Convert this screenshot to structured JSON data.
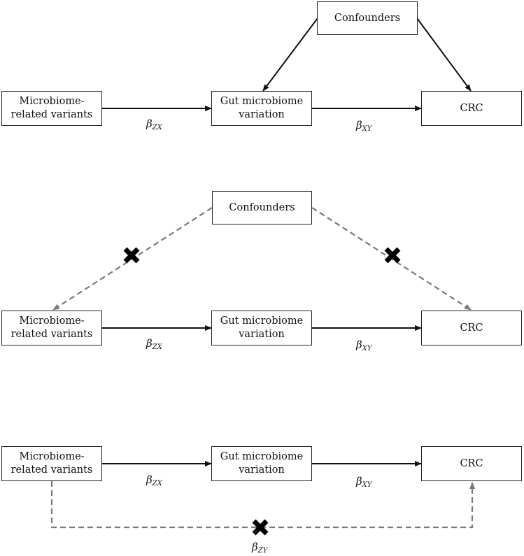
{
  "colors": {
    "solid_arrow": "#111111",
    "dashed_arrow": "#7a7a7a",
    "box_border": "#222222",
    "cross": "#000000"
  },
  "panel1": {
    "confounders": "Confounders",
    "exposure_line1": "Microbiome-",
    "exposure_line2": "related variants",
    "mediator_line1": "Gut microbiome",
    "mediator_line2": "variation",
    "outcome": "CRC",
    "beta_zx_symbol": "β",
    "beta_zx_sub": "ZX",
    "beta_xy_symbol": "β",
    "beta_xy_sub": "XY"
  },
  "panel2": {
    "confounders": "Confounders",
    "exposure_line1": "Microbiome-",
    "exposure_line2": "related variants",
    "mediator_line1": "Gut microbiome",
    "mediator_line2": "variation",
    "outcome": "CRC",
    "beta_zx_symbol": "β",
    "beta_zx_sub": "ZX",
    "beta_xy_symbol": "β",
    "beta_xy_sub": "XY"
  },
  "panel3": {
    "exposure_line1": "Microbiome-",
    "exposure_line2": "related variants",
    "mediator_line1": "Gut microbiome",
    "mediator_line2": "variation",
    "outcome": "CRC",
    "beta_zx_symbol": "β",
    "beta_zx_sub": "ZX",
    "beta_xy_symbol": "β",
    "beta_xy_sub": "XY",
    "beta_zy_symbol": "β",
    "beta_zy_sub": "ZY"
  },
  "icons": {
    "cross": "cross-mark-icon"
  }
}
